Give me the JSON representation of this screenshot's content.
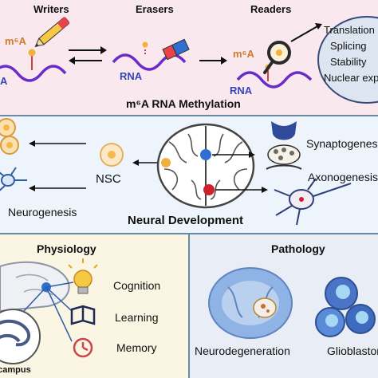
{
  "top": {
    "writers": "Writers",
    "erasers": "Erasers",
    "readers": "Readers",
    "m6a_left": "m⁶A",
    "m6a_right": "m⁶A",
    "rna_middle": "RNA",
    "rna_right": "RNA",
    "rna_left_fragment": "A",
    "outcomes": [
      "Translation",
      "Splicing",
      "Stability",
      "Nuclear export"
    ],
    "title": "m⁶A RNA Methylation"
  },
  "middle": {
    "nsc": "NSC",
    "neurogenesis": "Neurogenesis",
    "synaptogenesis": "Synaptogenesis",
    "axonogenesis": "Axonogenesis",
    "title": "Neural Development"
  },
  "physiology": {
    "title": "Physiology",
    "items": [
      "Cognition",
      "Learning",
      "Memory"
    ],
    "hippocampus": "Hippocampus"
  },
  "pathology": {
    "title": "Pathology",
    "items": [
      "Neurodegeneration",
      "Glioblastoma"
    ]
  },
  "colors": {
    "rna_strand": "#6a2bc9",
    "rna_label": "#3545b8",
    "m6a": "#d07a2c",
    "methyl_mark": "#d2413a",
    "border": "#6a8aa3",
    "nsc_cell": "#f4b94e",
    "neuron": "#2f5ca8",
    "brain_dot_orange": "#f2b03c",
    "brain_dot_blue": "#2f6fd0",
    "brain_dot_red": "#d0202a"
  },
  "icons": [
    "pen-icon",
    "eraser-icon",
    "magnifier-icon",
    "lightbulb-icon",
    "book-icon",
    "clock-icon",
    "brain-icon",
    "synapse-icon",
    "neuron-icon",
    "stem-cell-icon",
    "brain-section-icon",
    "tumor-cell-icon"
  ]
}
